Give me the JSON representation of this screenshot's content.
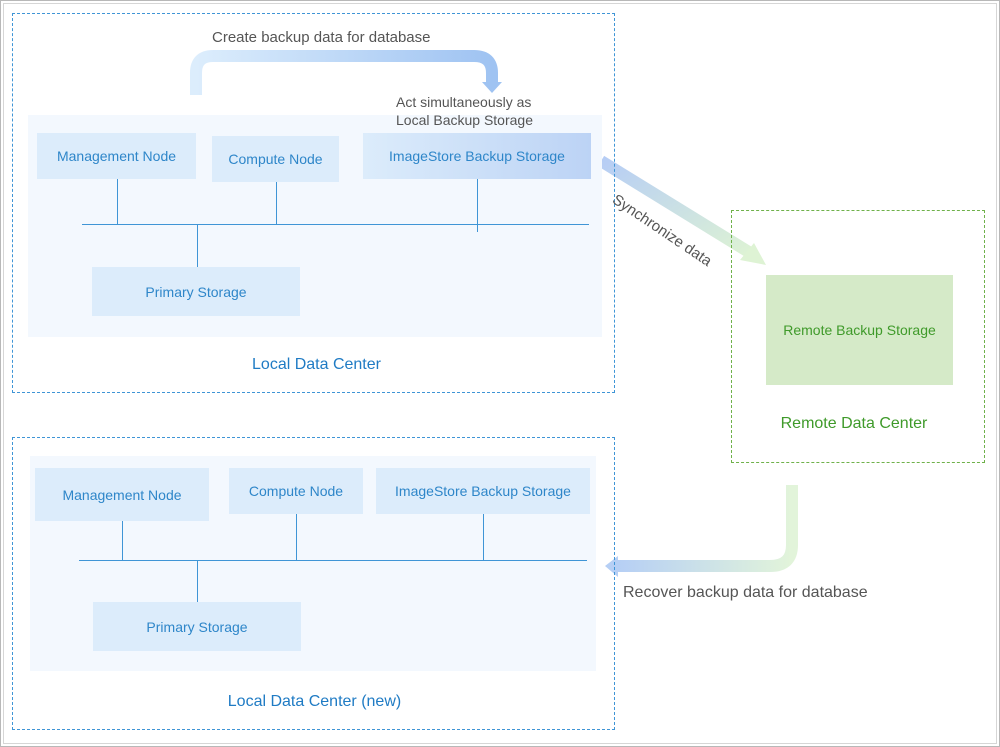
{
  "local_dc": {
    "label": "Local Data Center",
    "management_node": "Management Node",
    "compute_node": "Compute Node",
    "imagestore": "ImageStore Backup Storage",
    "primary_storage": "Primary Storage"
  },
  "local_dc_new": {
    "label": "Local Data Center (new)",
    "management_node": "Management Node",
    "compute_node": "Compute Node",
    "imagestore": "ImageStore Backup Storage",
    "primary_storage": "Primary Storage"
  },
  "remote_dc": {
    "label": "Remote Data Center",
    "storage": "Remote Backup Storage"
  },
  "annotations": {
    "create_backup": "Create backup data for database",
    "act_simultaneously_line1": "Act simultaneously as",
    "act_simultaneously_line2": "Local Backup Storage",
    "synchronize": "Synchronize data",
    "recover_backup": "Recover backup data for database"
  },
  "colors": {
    "local_border": "#3f95d6",
    "remote_border": "#6fb14a",
    "node_fill": "#dcecfb",
    "remote_fill": "#d5eac8"
  }
}
